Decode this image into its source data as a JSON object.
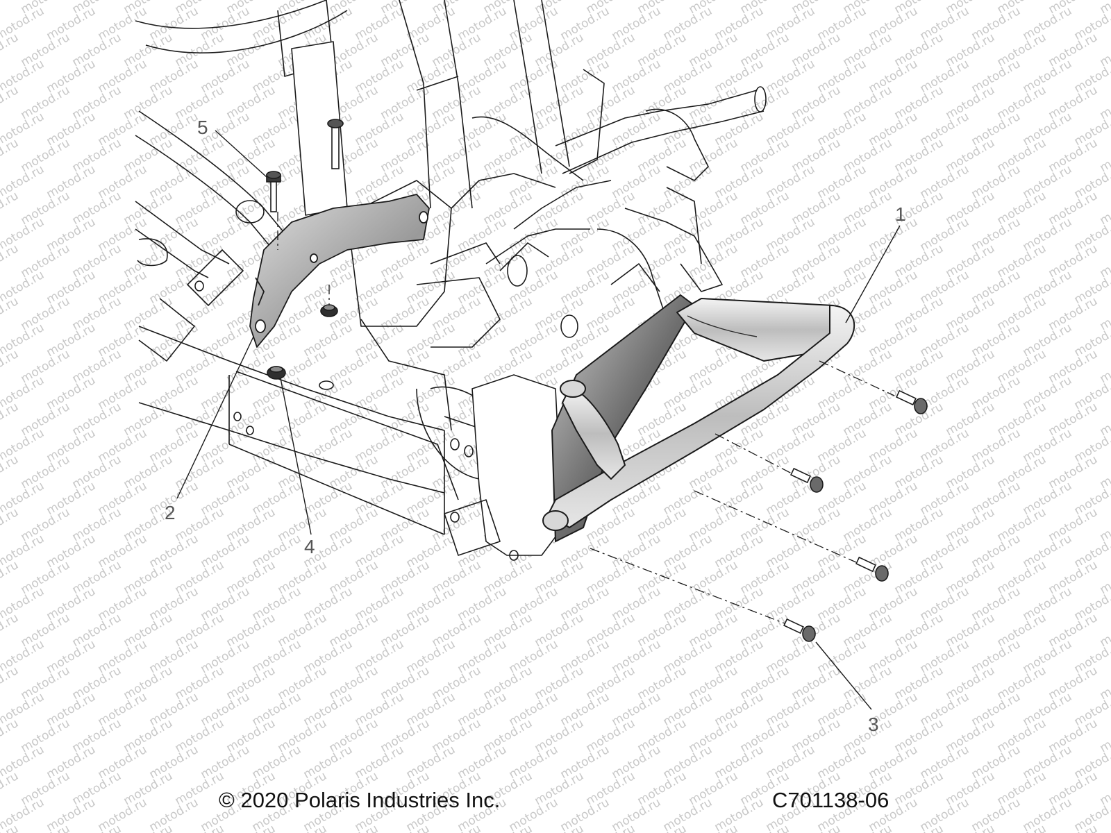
{
  "watermark": {
    "text": "motod.ru"
  },
  "callouts": [
    {
      "id": "1",
      "label": "1"
    },
    {
      "id": "2",
      "label": "2"
    },
    {
      "id": "3",
      "label": "3"
    },
    {
      "id": "4",
      "label": "4"
    },
    {
      "id": "5",
      "label": "5"
    }
  ],
  "footer": {
    "copyright": "© 2020 Polaris Industries Inc.",
    "drawing_number": "C701138-06"
  },
  "colors": {
    "line": "#1a1a1a",
    "part_fill": "#b8b8b8",
    "dark_fill": "#4a4a4a",
    "watermark": "#c8c8c8"
  }
}
